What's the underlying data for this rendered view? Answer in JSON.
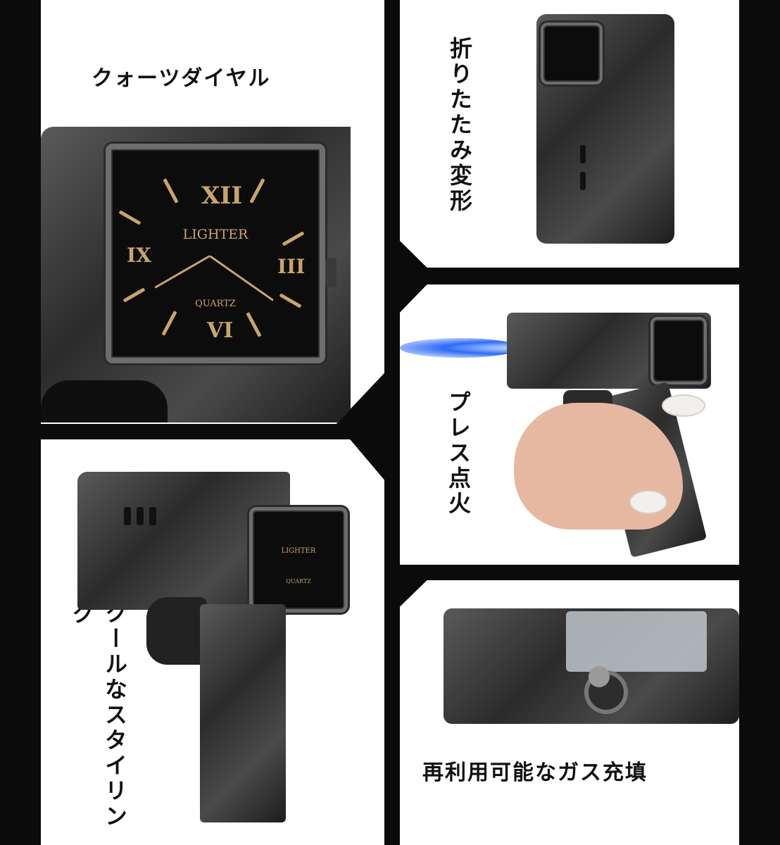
{
  "captions": {
    "quartz_dial": "クォーツダイヤル",
    "folding": "折りたたみ変形",
    "press_ignition": "プレス点火",
    "cool_styling": "クールなスタイリング",
    "refillable_gas": "再利用可能なガス充填"
  },
  "clock_labels": {
    "brand": "LIGHTER",
    "model": "QUARTZ",
    "numerals": [
      "XII",
      "IX",
      "III",
      "VI"
    ]
  },
  "colors": {
    "background": "#0b0b0b",
    "panel": "#ffffff",
    "gold_markings": "#c9a46c",
    "flame_blue": "#2f6df5"
  }
}
